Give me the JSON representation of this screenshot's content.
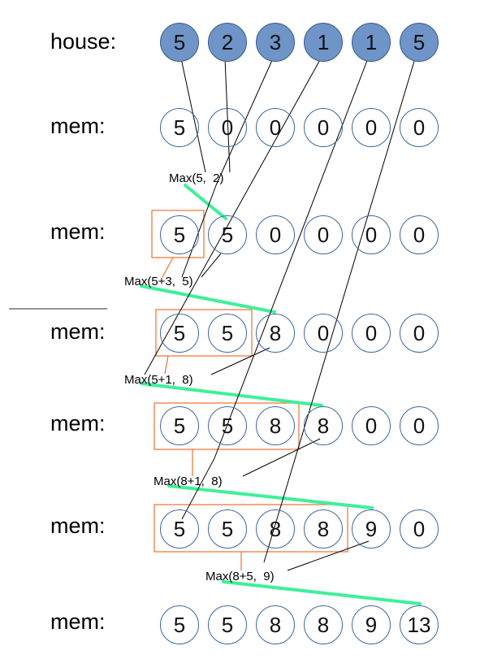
{
  "house": {
    "label": "house:",
    "values": [
      "5",
      "2",
      "3",
      "1",
      "1",
      "5"
    ]
  },
  "mem_label": "mem:",
  "mem_rows": [
    [
      "5",
      "0",
      "0",
      "0",
      "0",
      "0"
    ],
    [
      "5",
      "5",
      "0",
      "0",
      "0",
      "0"
    ],
    [
      "5",
      "5",
      "8",
      "0",
      "0",
      "0"
    ],
    [
      "5",
      "5",
      "8",
      "8",
      "0",
      "0"
    ],
    [
      "5",
      "5",
      "8",
      "8",
      "9",
      "0"
    ],
    [
      "5",
      "5",
      "8",
      "8",
      "9",
      "13"
    ]
  ],
  "max_labels": [
    "Max(5,  2)",
    "Max(5+3,  5)",
    "Max(5+1,  8)",
    "Max(8+1,  8)",
    "Max(8+5,  9)"
  ],
  "colors": {
    "house_fill": "#6e94c8",
    "circle_border": "#3a66a8",
    "box": "#f07030",
    "highlight": "#3ef09a",
    "line": "#000000",
    "separator": "#555555"
  }
}
